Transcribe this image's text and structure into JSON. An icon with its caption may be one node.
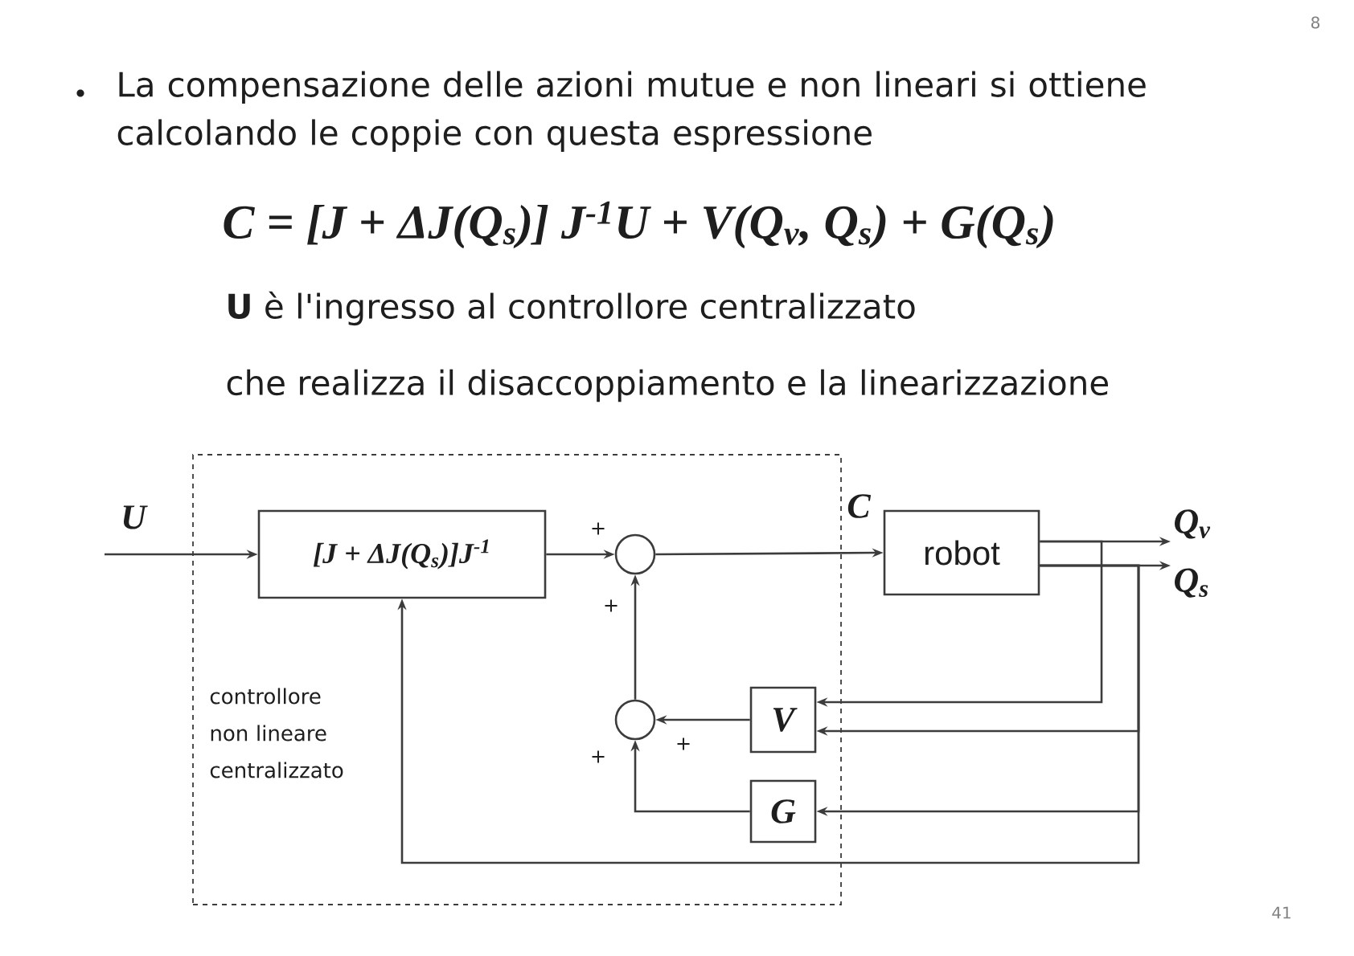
{
  "diagram": {
    "nodes": [
      {
        "text": [
          "controllore non lineare centralizzato"
        ]
      },
      {
        "text": [
          "[J + ΔJ(Q$_{s}$)]J$^{-1}$"
        ],
        "in": 0
      },
      {
        "text": [],
        "shape": "circle",
        "beside": [
          "+",
          "+"
        ],
        "in": 0
      },
      {
        "text": [],
        "shape": "circle",
        "beside": [
          "+",
          "+"
        ],
        "in": 0
      },
      {
        "text": [
          "V"
        ],
        "in": 0
      },
      {
        "text": [
          "G"
        ],
        "in": 0
      },
      {
        "text": [
          "robot"
        ]
      },
      {
        "text": [
          "Q$_{v}$"
        ]
      },
      {
        "text": [
          "Q$_{s}$"
        ]
      }
    ],
    "edges": [
      {
        "from": null,
        "to": 1,
        "arrow": "to",
        "label": "U"
      },
      {
        "from": 1,
        "to": 2,
        "arrow": "to"
      },
      {
        "from": 2,
        "to": 6,
        "arrow": "to",
        "label": "C"
      },
      {
        "from": 6,
        "to": 7,
        "arrow": "to"
      },
      {
        "from": 6,
        "to": 8,
        "arrow": "to"
      },
      {
        "from": 6,
        "to": 4,
        "arrow": "to"
      },
      {
        "from": 6,
        "to": 4,
        "arrow": "to"
      },
      {
        "from": 6,
        "to": 5,
        "arrow": "to"
      },
      {
        "from": 6,
        "to": 1,
        "arrow": "to"
      },
      {
        "from": 4,
        "to": 3,
        "arrow": "to"
      },
      {
        "from": 5,
        "to": 3,
        "arrow": "to"
      },
      {
        "from": 3,
        "to": 2,
        "arrow": "to"
      }
    ],
    "labels": [
      "La compensazione delle azioni mutue e non lineari si ottiene calcolando le coppie con questa espressione",
      "C = [J + ΔJ(Q$_{s}$)] J$^{-1}$U + V(Q$_{v}$, Q$_{s}$) + G(Q$_{s}$)",
      "**U** è l'ingresso al controllore centralizzato",
      "che realizza il disaccoppiamento e la linearizzazione",
      "8",
      "41"
    ]
  }
}
